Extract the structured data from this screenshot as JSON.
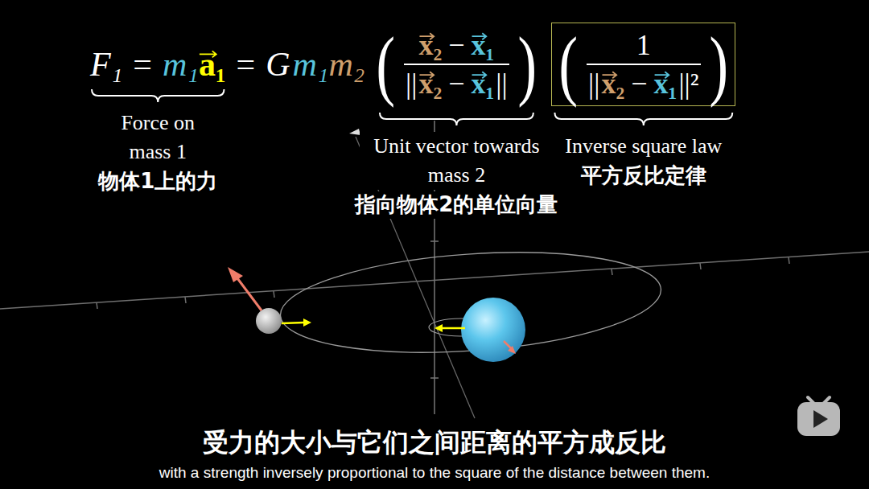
{
  "diagram": {
    "nodes": [
      {
        "text": [
          "(",
          "1",
          "||",
          "x₂",
          "−",
          "x₁",
          "||²",
          ")"
        ]
      }
    ],
    "labels": [
      "F₁",
      "=",
      "m₁",
      "a₁",
      "=",
      "G",
      "m₁",
      "m₂",
      "(",
      "x₂",
      "−",
      "x₁",
      "||",
      "x₂",
      "−",
      "x₁",
      "||",
      ")",
      "Force on mass 1",
      "物体1上的力",
      "Unit vector towards mass 2",
      "指向物体2的单位向量",
      "Inverse square law",
      "平方反比定律",
      "受力的大小与它们之间距离的平方成反比",
      "with a strength inversely proportional to the square of the distance between them."
    ]
  }
}
